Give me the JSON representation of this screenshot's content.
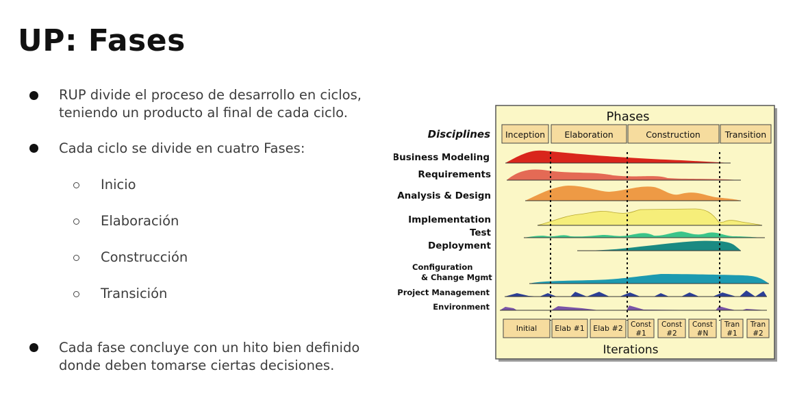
{
  "slide": {
    "title": "UP: Fases",
    "bullets": [
      {
        "lines": [
          "RUP divide el proceso de desarrollo en ciclos,",
          "teniendo un producto al final de cada ciclo."
        ]
      },
      {
        "lines": [
          "Cada ciclo se divide en cuatro Fases:"
        ]
      }
    ],
    "sub_bullets": [
      "Inicio",
      "Elaboración",
      "Construcción",
      "Transición"
    ],
    "final_bullet": {
      "lines": [
        "Cada fase concluye con un hito bien definido",
        "donde deben tomarse ciertas decisiones."
      ]
    }
  },
  "diagram": {
    "phases_title": "Phases",
    "disciplines_label": "Disciplines",
    "phases": [
      "Inception",
      "Elaboration",
      "Construction",
      "Transition"
    ],
    "disciplines": [
      {
        "label": "Business Modeling",
        "color": "#d9261c"
      },
      {
        "label": "Requirements",
        "color": "#e46a55"
      },
      {
        "label": "Analysis & Design",
        "color": "#ee9a45"
      },
      {
        "label": "Implementation",
        "color": "#f6ee7a"
      },
      {
        "label": "Test",
        "color": "#3bc48a"
      },
      {
        "label": "Deployment",
        "color": "#1a8a82"
      },
      {
        "label_lines": [
          "Configuration",
          "& Change Mgmt"
        ],
        "color": "#1c9ab0"
      },
      {
        "label": "Project Management",
        "color": "#2c3f96"
      },
      {
        "label": "Environment",
        "color": "#7a55a8"
      }
    ],
    "iterations": [
      [
        "Initial"
      ],
      [
        "Elab #1"
      ],
      [
        "Elab #2"
      ],
      [
        "Const",
        "#1"
      ],
      [
        "Const",
        "#2"
      ],
      [
        "Const",
        "#N"
      ],
      [
        "Tran",
        "#1"
      ],
      [
        "Tran",
        "#2"
      ]
    ],
    "iterations_title": "Iterations",
    "background_color": "#fbf7c6"
  }
}
